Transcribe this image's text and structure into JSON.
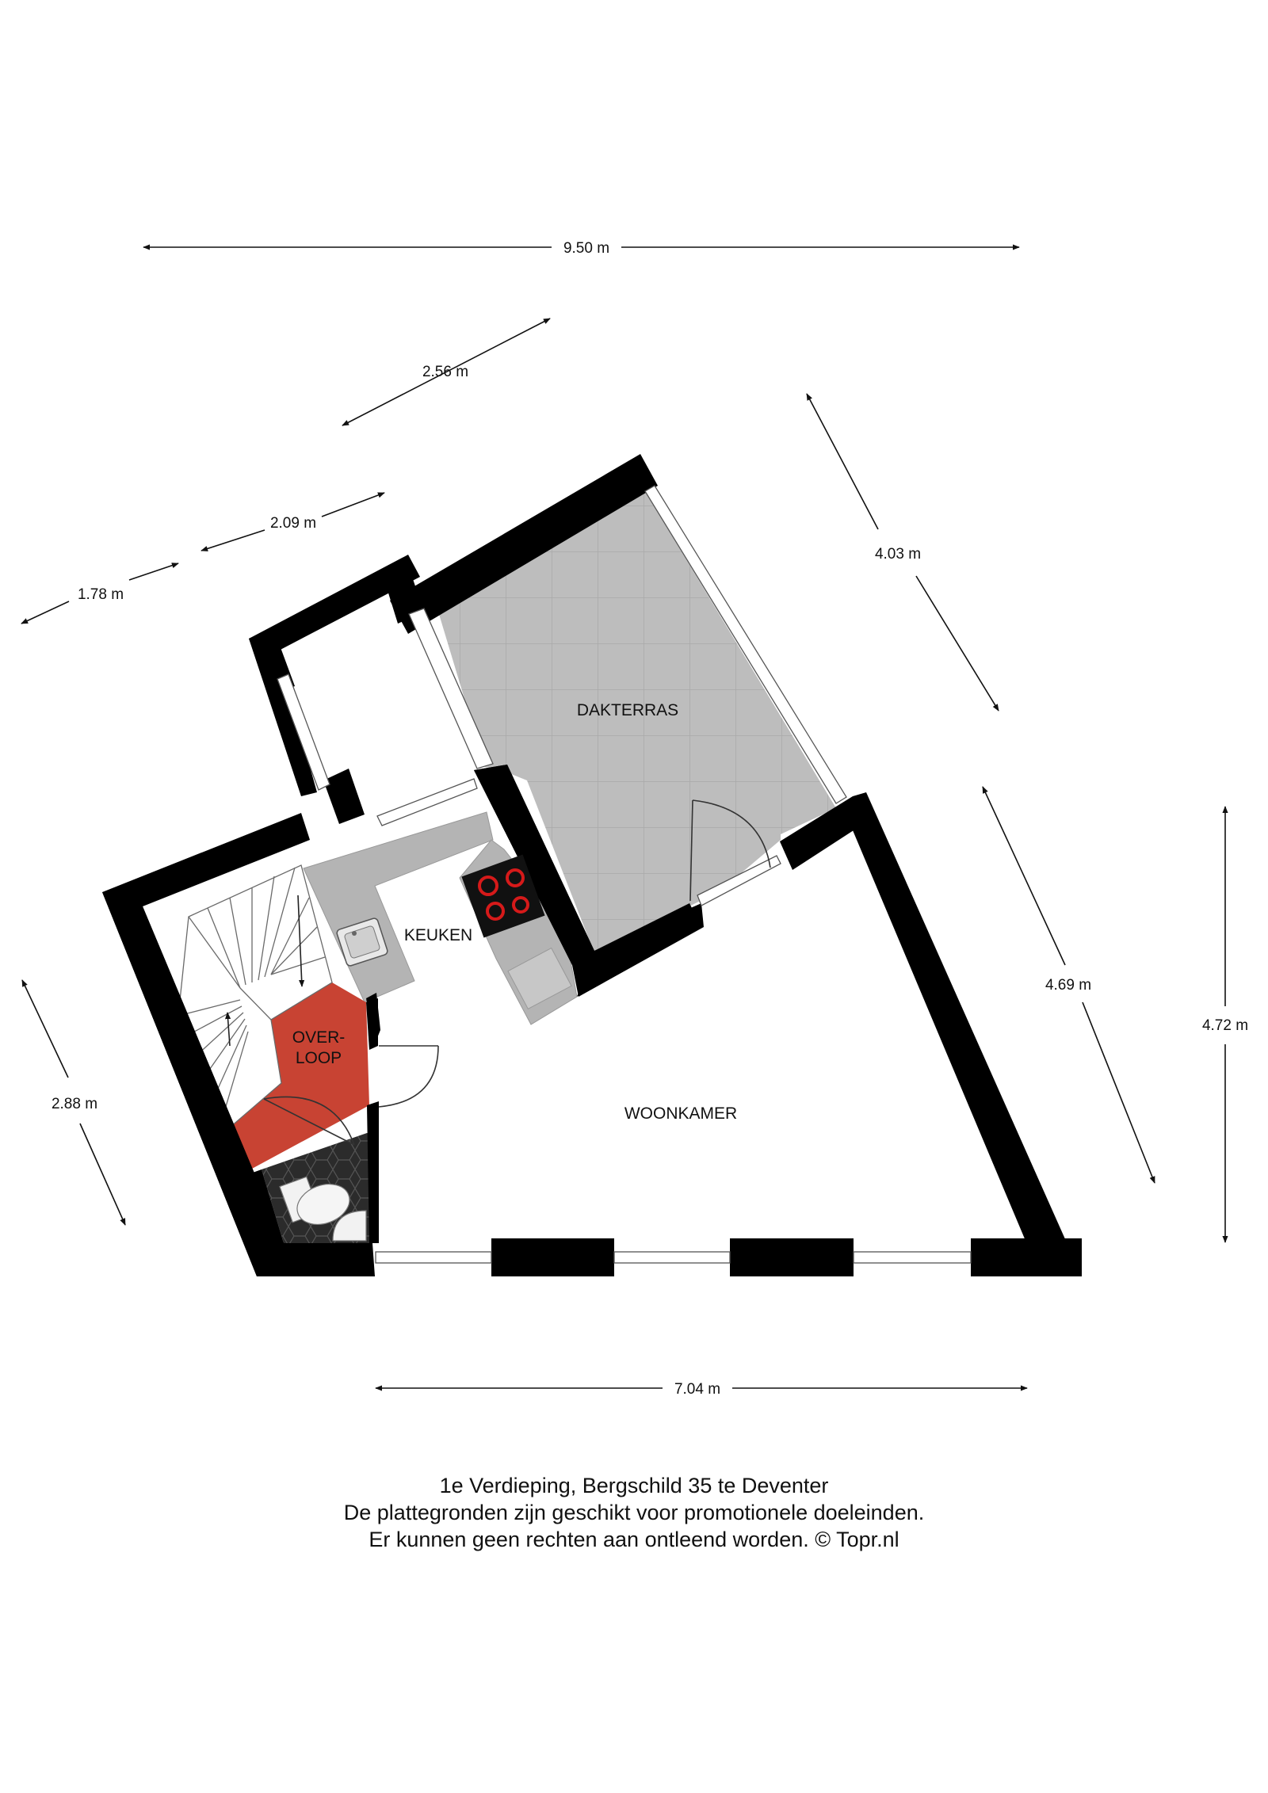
{
  "colors": {
    "wall": "#000000",
    "terrace_floor": "#bdbdbd",
    "counter": "#b4b4b4",
    "overloop": "#c84333",
    "toilet_tiles": "#2a2a2a",
    "hob_ring": "#d61a1a"
  },
  "dimensions": {
    "top_width": "9.50 m",
    "diag_a": "2.56 m",
    "diag_b": "2.09 m",
    "diag_c": "1.78 m",
    "terrace_side": "4.03 m",
    "right_diag": "4.69 m",
    "right_vertical": "4.72 m",
    "left_diag": "2.88 m",
    "bottom_width": "7.04 m"
  },
  "rooms": {
    "dakterras": "DAKTERRAS",
    "keuken": "KEUKEN",
    "overloop_line1": "OVER-",
    "overloop_line2": "LOOP",
    "woonkamer": "WOONKAMER"
  },
  "caption": {
    "line1": "1e Verdieping, Bergschild 35 te Deventer",
    "line2": "De plattegronden zijn geschikt voor promotionele doeleinden.",
    "line3": "Er kunnen geen rechten aan ontleend worden. © Topr.nl"
  }
}
